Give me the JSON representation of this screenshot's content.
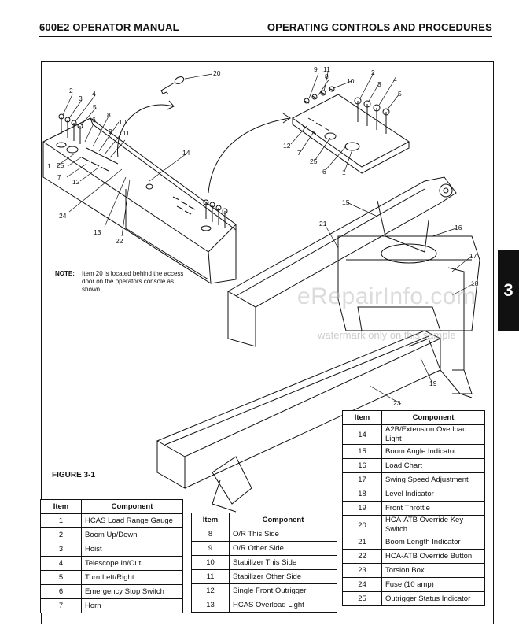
{
  "header": {
    "left": "600E2 OPERATOR MANUAL",
    "right": "OPERATING CONTROLS AND PROCEDURES"
  },
  "chapter_tab": "3",
  "note": {
    "label": "NOTE:",
    "text": "Item 20 is located behind the access door on the operators console as shown."
  },
  "figure_label": "FIGURE 3-1",
  "watermark": {
    "line1": "eRepairInfo.com",
    "line2": "watermark only on this sample"
  },
  "callouts": {
    "left_console": [
      "2",
      "3",
      "4",
      "5",
      "6",
      "8",
      "9",
      "10",
      "11",
      "1",
      "25",
      "7",
      "12",
      "24",
      "13",
      "22",
      "14"
    ],
    "key": "20",
    "right_panel": [
      "9",
      "8",
      "11",
      "10",
      "2",
      "3",
      "4",
      "5",
      "12",
      "7",
      "25",
      "6",
      "1"
    ],
    "crane": [
      "15",
      "21",
      "16",
      "17",
      "18",
      "19",
      "23"
    ]
  },
  "tables": [
    {
      "headers": [
        "Item",
        "Component"
      ],
      "rows": [
        [
          "1",
          "HCAS Load Range Gauge"
        ],
        [
          "2",
          "Boom Up/Down"
        ],
        [
          "3",
          "Hoist"
        ],
        [
          "4",
          "Telescope In/Out"
        ],
        [
          "5",
          "Turn Left/Right"
        ],
        [
          "6",
          "Emergency Stop Switch"
        ],
        [
          "7",
          "Horn"
        ]
      ]
    },
    {
      "headers": [
        "Item",
        "Component"
      ],
      "rows": [
        [
          "8",
          "O/R This Side"
        ],
        [
          "9",
          "O/R Other Side"
        ],
        [
          "10",
          "Stabilizer This Side"
        ],
        [
          "11",
          "Stabilizer Other Side"
        ],
        [
          "12",
          "Single Front Outrigger"
        ],
        [
          "13",
          "HCAS Overload Light"
        ]
      ]
    },
    {
      "headers": [
        "Item",
        "Component"
      ],
      "rows": [
        [
          "14",
          "A2B/Extension Overload Light"
        ],
        [
          "15",
          "Boom Angle Indicator"
        ],
        [
          "16",
          "Load Chart"
        ],
        [
          "17",
          "Swing Speed Adjustment"
        ],
        [
          "18",
          "Level Indicator"
        ],
        [
          "19",
          "Front Throttle"
        ],
        [
          "20",
          "HCA-ATB Override Key Switch"
        ],
        [
          "21",
          "Boom Length Indicator"
        ],
        [
          "22",
          "HCA-ATB Override Button"
        ],
        [
          "23",
          "Torsion Box"
        ],
        [
          "24",
          "Fuse (10 amp)"
        ],
        [
          "25",
          "Outrigger Status Indicator"
        ]
      ]
    }
  ]
}
